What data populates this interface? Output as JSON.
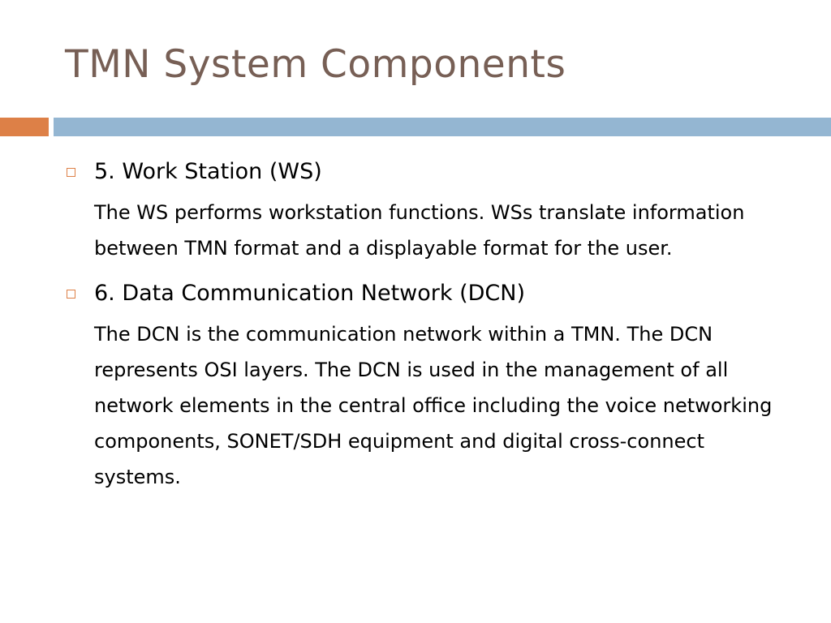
{
  "slide": {
    "title": "TMN System Components",
    "items": [
      {
        "heading": "5. Work Station (WS)",
        "body": "The WS performs workstation functions. WSs translate information between TMN format and a displayable format for the user."
      },
      {
        "heading": "6. Data Communication Network (DCN)",
        "body": "The DCN is the communication network within a TMN. The DCN represents OSI layers. The DCN is used in the management of all network elements in the central office including the voice networking components, SONET/SDH equipment and digital cross-connect systems."
      }
    ]
  },
  "colors": {
    "title": "#775f55",
    "accent_orange": "#dd8047",
    "accent_blue": "#94b6d2"
  }
}
